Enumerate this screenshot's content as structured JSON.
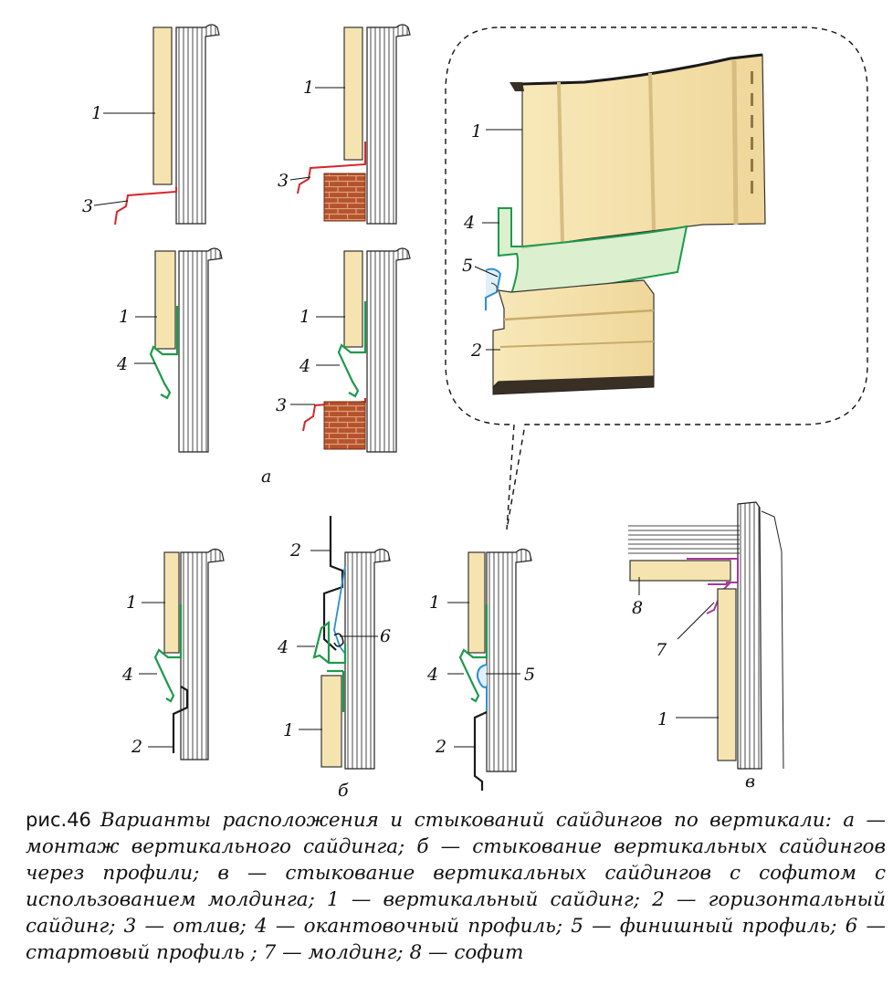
{
  "labels": {
    "n1": "1",
    "n2": "2",
    "n3": "3",
    "n4": "4",
    "n5": "5",
    "n6": "6",
    "n7": "7",
    "n8": "8"
  },
  "sublabels": {
    "a": "а",
    "b": "б",
    "v": "в"
  },
  "caption": {
    "fig_num": "рис.46",
    "text": "Варианты расположения и стыкований сайдингов по вертикали: а — монтаж вертикального сайдинга; б — стыкование вертикальных сайдингов через профили; в — стыкование вертикальных сайдингов с софитом с использованием молдинга; 1 — вертикальный сайдинг; 2 — горизонтальный сайдинг; 3 — отлив; 4 — окантовочный профиль; 5 — финишный профиль; 6 — стартовый профиль ; 7 — молдинг; 8 — софит"
  },
  "colors": {
    "siding": "#f6e4b0",
    "drip": "#d6262b",
    "edging": "#1c9a4a",
    "finish": "#2c8fd0",
    "starter": "#2c8fd0",
    "molding": "#a8389a",
    "brick": "#b4532c"
  }
}
